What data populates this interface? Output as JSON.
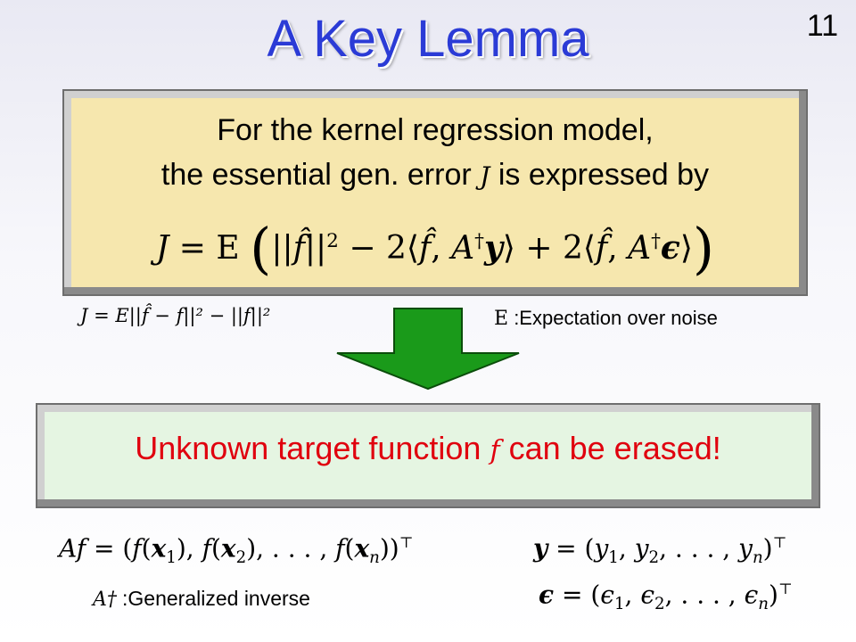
{
  "slide": {
    "title": "A Key Lemma",
    "page_number": "11"
  },
  "lemma": {
    "line1": "For the kernel regression model,",
    "line2_prefix": "the essential gen. error",
    "line2_symbol": "J",
    "line2_suffix": "is expressed by"
  },
  "notes": {
    "j_definition": "J = E||f̂ − f||² − ||f||²",
    "expectation_symbol": "E",
    "expectation_text": ":Expectation over noise"
  },
  "result": {
    "prefix": "Unknown target function",
    "symbol": "f",
    "suffix": "can be erased!"
  },
  "definitions": {
    "generalized_inverse_symbol": "A†",
    "generalized_inverse_text": ":Generalized inverse"
  },
  "colors": {
    "title": "#2b3bd6",
    "lemma_box": "#f6e7ae",
    "result_box": "#e5f5e2",
    "result_text": "#e0000e",
    "arrow": "#1a9a1a"
  }
}
